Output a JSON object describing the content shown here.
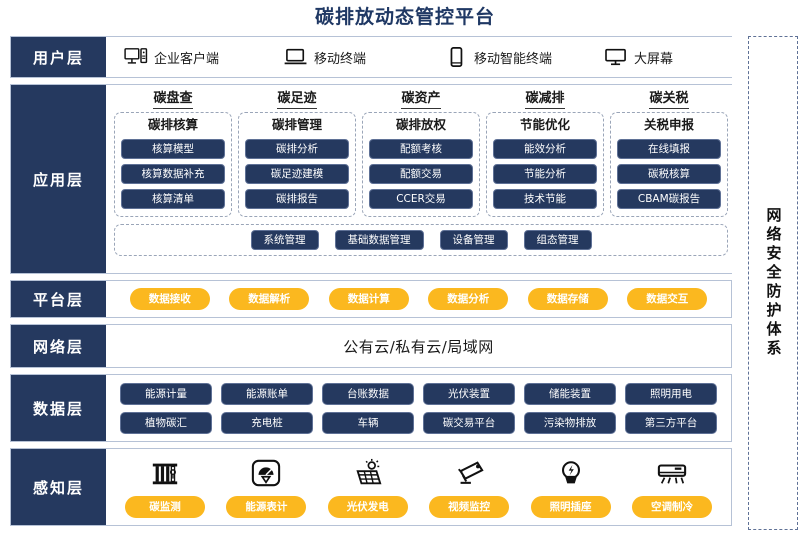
{
  "title": "碳排放动态管控平台",
  "colors": {
    "navy": "#25395f",
    "yellow": "#fbb81f",
    "title_blue": "#1f3864",
    "border": "#b6c2d6"
  },
  "security_column": {
    "label": "网络安全防护体系"
  },
  "layers": {
    "user": {
      "label": "用户层",
      "items": [
        {
          "icon": "desktop-tower-icon",
          "label": "企业客户端"
        },
        {
          "icon": "laptop-icon",
          "label": "移动终端"
        },
        {
          "icon": "smartphone-icon",
          "label": "移动智能终端"
        },
        {
          "icon": "large-screen-icon",
          "label": "大屏幕"
        }
      ]
    },
    "application": {
      "label": "应用层",
      "groups": [
        {
          "title": "碳盘查",
          "subtitle": "碳排核算",
          "items": [
            "核算模型",
            "核算数据补充",
            "核算清单"
          ]
        },
        {
          "title": "碳足迹",
          "subtitle": "碳排管理",
          "items": [
            "碳排分析",
            "碳足迹建模",
            "碳排报告"
          ]
        },
        {
          "title": "碳资产",
          "subtitle": "碳排放权",
          "items": [
            "配额考核",
            "配额交易",
            "CCER交易"
          ]
        },
        {
          "title": "碳减排",
          "subtitle": "节能优化",
          "items": [
            "能效分析",
            "节能分析",
            "技术节能"
          ]
        },
        {
          "title": "碳关税",
          "subtitle": "关税申报",
          "items": [
            "在线填报",
            "碳税核算",
            "CBAM碳报告"
          ]
        }
      ],
      "management": [
        "系统管理",
        "基础数据管理",
        "设备管理",
        "组态管理"
      ]
    },
    "platform": {
      "label": "平台层",
      "items": [
        "数据接收",
        "数据解析",
        "数据计算",
        "数据分析",
        "数据存储",
        "数据交互"
      ]
    },
    "network": {
      "label": "网络层",
      "text": "公有云/私有云/局域网"
    },
    "data": {
      "label": "数据层",
      "row1": [
        "能源计量",
        "能源账单",
        "台账数据",
        "光伏装置",
        "储能装置",
        "照明用电"
      ],
      "row2": [
        "植物碳汇",
        "充电桩",
        "车辆",
        "碳交易平台",
        "污染物排放",
        "第三方平台"
      ]
    },
    "sensing": {
      "label": "感知层",
      "items": [
        {
          "icon": "carbon-monitor-icon",
          "label": "碳监测"
        },
        {
          "icon": "energy-meter-icon",
          "label": "能源表计"
        },
        {
          "icon": "solar-panel-icon",
          "label": "光伏发电"
        },
        {
          "icon": "cctv-camera-icon",
          "label": "视频监控"
        },
        {
          "icon": "lightbulb-icon",
          "label": "照明插座"
        },
        {
          "icon": "air-conditioner-icon",
          "label": "空调制冷"
        }
      ]
    }
  }
}
